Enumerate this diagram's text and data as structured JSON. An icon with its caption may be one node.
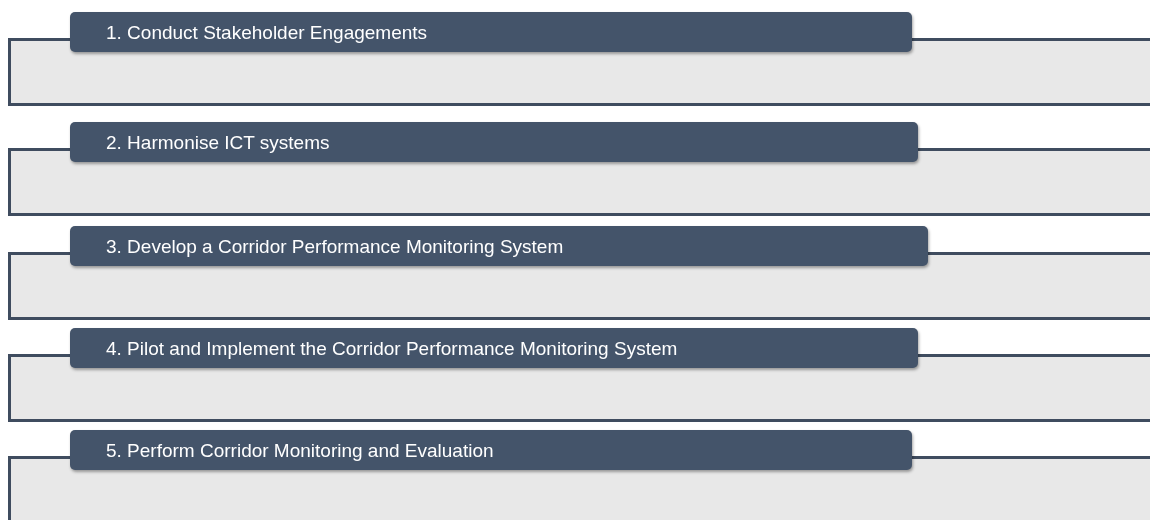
{
  "diagram": {
    "nodes": [
      {
        "text": [
          "1. Conduct Stakeholder Engagements"
        ]
      },
      {
        "text": [
          "2. Harmonise ICT systems"
        ]
      },
      {
        "text": [
          "3. Develop a Corridor Performance Monitoring System"
        ]
      },
      {
        "text": [
          "4. Pilot and Implement the Corridor Performance Monitoring System"
        ]
      },
      {
        "text": [
          "5. Perform Corridor Monitoring and Evaluation"
        ]
      }
    ]
  }
}
